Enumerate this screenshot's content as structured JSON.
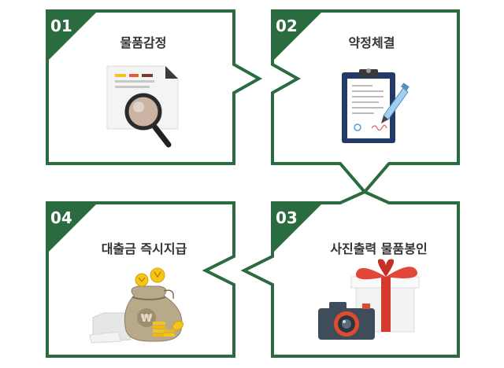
{
  "colors": {
    "frame": "#2a6b3f",
    "corner": "#2a6b3f",
    "text": "#333333",
    "background": "#ffffff"
  },
  "steps": [
    {
      "number": "01",
      "title": "물품감정",
      "icon": "magnifier-document-icon"
    },
    {
      "number": "02",
      "title": "약정체결",
      "icon": "clipboard-contract-icon"
    },
    {
      "number": "03",
      "title": "사진출력 물품봉인",
      "icon": "camera-gift-icon"
    },
    {
      "number": "04",
      "title": "대출금 즉시지급",
      "icon": "money-bag-coins-icon"
    }
  ],
  "icon_text": {
    "currency": "₩"
  }
}
